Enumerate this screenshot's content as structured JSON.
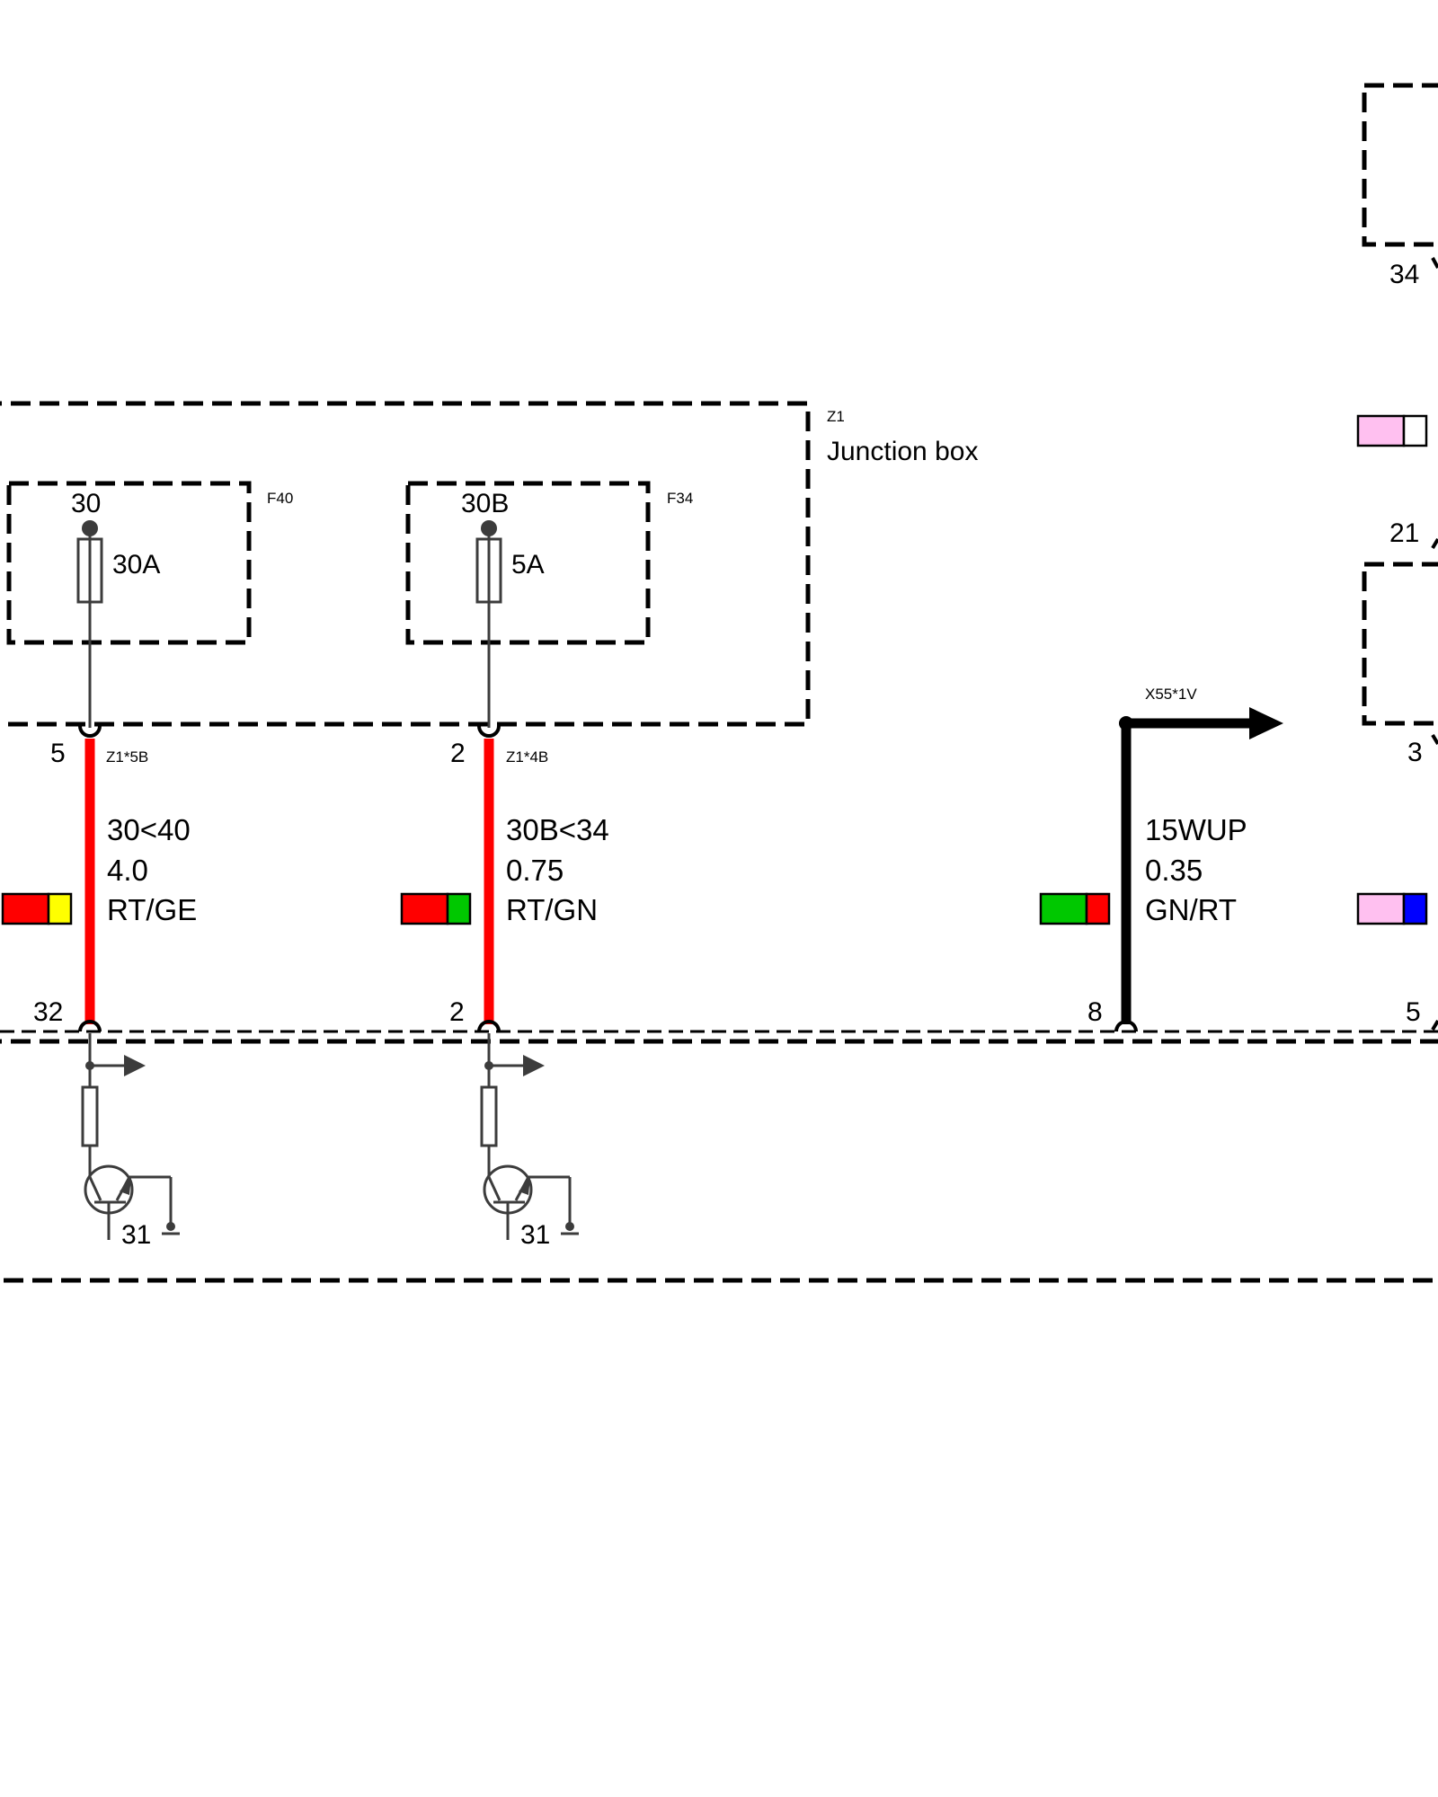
{
  "colors": {
    "module_fill": "#cccccc",
    "red": "#ff0000",
    "yellow": "#ffff00",
    "green": "#00c800",
    "pink": "#ffc0f0",
    "blue": "#0000ff",
    "white": "#ffffff",
    "black": "#000000"
  },
  "junction_box": {
    "id": "Z1",
    "name": "Junction box"
  },
  "fuses": [
    {
      "id": "F40",
      "terminal": "30",
      "rating": "30A"
    },
    {
      "id": "F34",
      "terminal": "30B",
      "rating": "5A"
    }
  ],
  "wires": [
    {
      "pin_top": "5",
      "connector_top": "Z1*5B",
      "signal": "30<40",
      "gauge": "4.0",
      "color_code": "RT/GE",
      "pin_bottom": "32",
      "ground": "31"
    },
    {
      "pin_top": "2",
      "connector_top": "Z1*4B",
      "signal": "30B<34",
      "gauge": "0.75",
      "color_code": "RT/GN",
      "pin_bottom": "2",
      "ground": "31"
    },
    {
      "connector_top": "X55*1V",
      "signal": "15WUP",
      "gauge": "0.35",
      "color_code": "GN/RT",
      "pin_bottom": "8"
    }
  ],
  "right_edge": {
    "pin_upper_module": "34",
    "pin_lower_module_top": "21",
    "pin_lower_module_bottom": "3",
    "pin_bottom_module": "5"
  }
}
